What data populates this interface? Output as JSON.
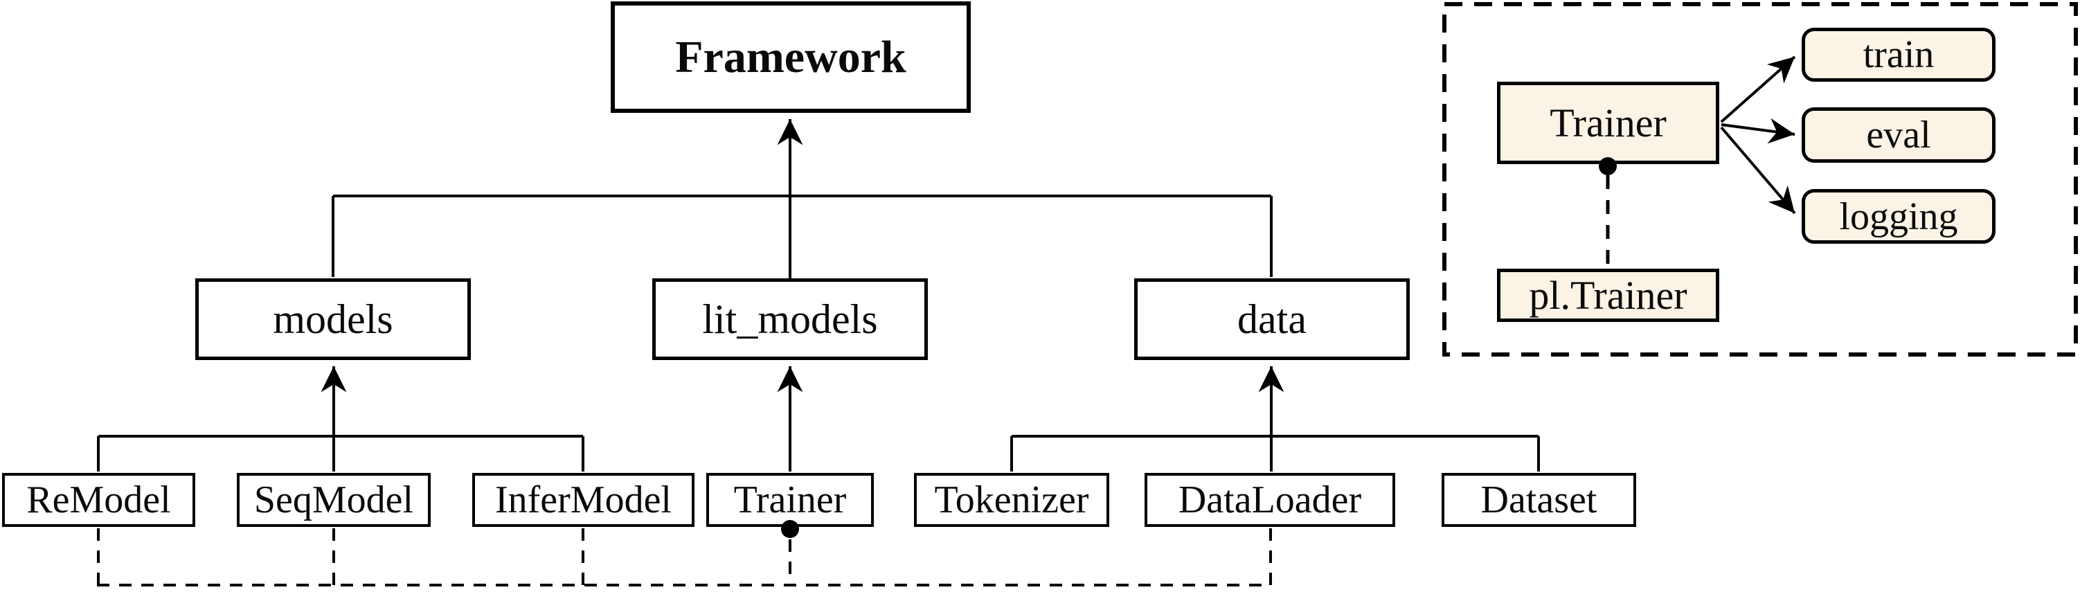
{
  "nodes": {
    "framework": "Framework",
    "models": "models",
    "lit_models": "lit_models",
    "data": "data",
    "remodel": "ReModel",
    "seqmodel": "SeqModel",
    "infermodel": "InferModel",
    "trainer": "Trainer",
    "tokenizer": "Tokenizer",
    "dataloader": "DataLoader",
    "dataset": "Dataset"
  },
  "trainer_panel": {
    "trainer": "Trainer",
    "pl_trainer": "pl.Trainer",
    "functions": [
      "train",
      "eval",
      "logging"
    ]
  },
  "colors": {
    "background": "#ffffff",
    "line": "#000000",
    "main_box_fill": "#ffffff",
    "panel_box_fill": "#fbf3e6"
  }
}
